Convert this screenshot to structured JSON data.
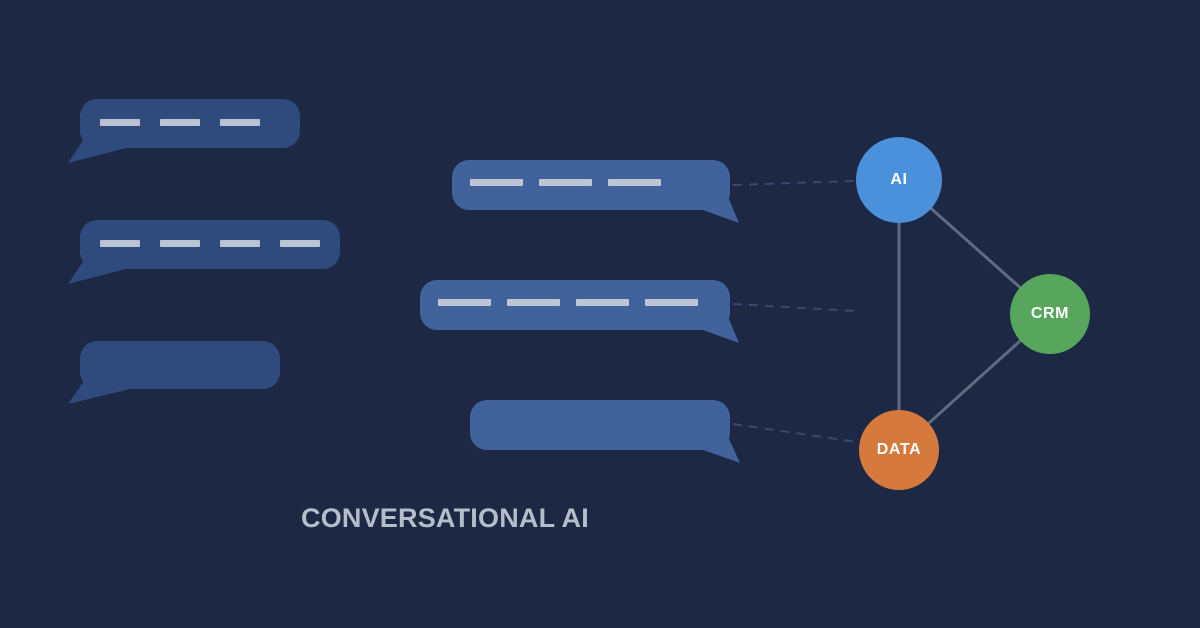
{
  "title": {
    "text": "CONVERSATIONAL AI"
  },
  "colors": {
    "background": "#1c2844",
    "bubble_left": "#2f4a7c",
    "bubble_right": "#41629b",
    "text_line": "#c7ced9",
    "connector_solid": "#5e6b80",
    "connector_dashed": "#36496d",
    "node_ai": "#4a90db",
    "node_crm": "#58a55e",
    "node_data": "#d5793c",
    "node_label": "#ffffff",
    "title_color": "#b4bdc9"
  },
  "left_conversation": {
    "bubbles": [
      {
        "text_lines": 3
      },
      {
        "text_lines": 4
      },
      {
        "text_lines": 0
      }
    ]
  },
  "right_conversation": {
    "bubbles": [
      {
        "text_lines": 3
      },
      {
        "text_lines": 4
      },
      {
        "text_lines": 0
      }
    ]
  },
  "network": {
    "nodes": [
      {
        "id": "ai",
        "label": "AI"
      },
      {
        "id": "crm",
        "label": "CRM"
      },
      {
        "id": "data",
        "label": "DATA"
      }
    ],
    "edges": [
      {
        "from": "ai",
        "to": "crm",
        "style": "solid"
      },
      {
        "from": "ai",
        "to": "data",
        "style": "solid"
      },
      {
        "from": "crm",
        "to": "data",
        "style": "solid"
      },
      {
        "from": "right-bubble-1",
        "to": "ai",
        "style": "dashed"
      },
      {
        "from": "right-bubble-2",
        "to": "network",
        "style": "dashed"
      },
      {
        "from": "right-bubble-3",
        "to": "data",
        "style": "dashed"
      }
    ]
  }
}
